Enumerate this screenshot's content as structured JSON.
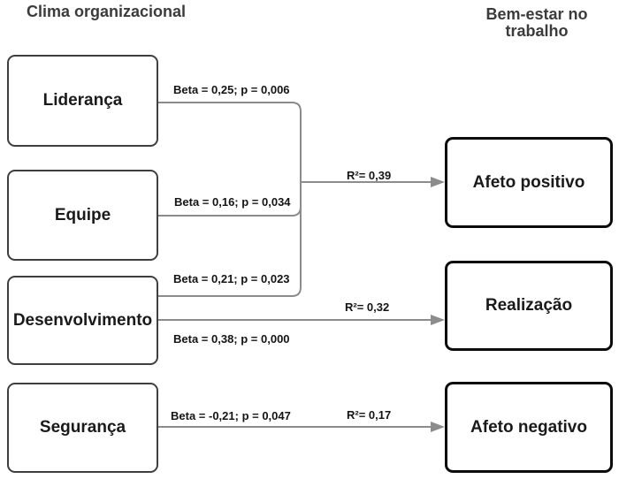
{
  "titles": {
    "left_column": "Clima organizacional",
    "right_column": "Bem-estar no trabalho"
  },
  "predictors": [
    {
      "label": "Liderança"
    },
    {
      "label": "Equipe"
    },
    {
      "label": "Desenvolvimento"
    },
    {
      "label": "Segurança"
    }
  ],
  "outcomes": [
    {
      "label": "Afeto positivo",
      "r2": "R²= 0,39"
    },
    {
      "label": "Realização",
      "r2": "R²= 0,32"
    },
    {
      "label": "Afeto negativo",
      "r2": "R²= 0,17"
    }
  ],
  "paths": [
    {
      "from": "Liderança",
      "to": "Afeto positivo",
      "beta": "Beta = 0,25; p = 0,006"
    },
    {
      "from": "Equipe",
      "to": "Afeto positivo",
      "beta": "Beta = 0,16; p = 0,034"
    },
    {
      "from": "Desenvolvimento",
      "to": "Afeto positivo",
      "beta": "Beta = 0,21; p = 0,023"
    },
    {
      "from": "Desenvolvimento",
      "to": "Realização",
      "beta": "Beta = 0,38; p = 0,000"
    },
    {
      "from": "Segurança",
      "to": "Afeto negativo",
      "beta": "Beta = -0,21; p = 0,047"
    }
  ],
  "colors": {
    "background": "#ffffff",
    "connector": "#8c8c8c",
    "predictor_border": "#3f3f3f",
    "outcome_border": "#0c0c0c",
    "label_text": "#141414",
    "title_text": "#3b3b3b"
  }
}
